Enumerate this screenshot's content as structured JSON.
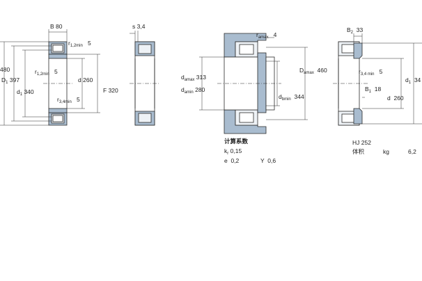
{
  "view1": {
    "B": "B",
    "B_val": "80",
    "r12": "r",
    "r12_sub": "1,2min",
    "r12_val": "5",
    "r12b": "r",
    "r12b_sub": "1,2min",
    "r12b_val": "5",
    "r34": "r",
    "r34_sub": "3,4min",
    "r34_val": "5",
    "D_val": "480",
    "D1": "D",
    "D1_sub": "1",
    "D1_val": "397",
    "d1": "d",
    "d1_sub": "1",
    "d1_val": "340",
    "d": "d",
    "d_val": "260",
    "F": "F",
    "F_val": "320"
  },
  "view2": {
    "s": "s",
    "s_val": "3,4"
  },
  "view3": {
    "ramax": "r",
    "ramax_sub": "amax",
    "ramax_val": "4",
    "damax": "d",
    "damax_sub": "amax",
    "damax_val": "313",
    "damin": "d",
    "damin_sub": "amin",
    "damin_val": "280",
    "Damax": "D",
    "Damax_sub": "amax",
    "Damax_val": "460",
    "dbmin": "d",
    "dbmin_sub": "bmin",
    "dbmin_val": "344"
  },
  "calc": {
    "title": "计算系数",
    "kr": "k",
    "kr_sub": "r",
    "kr_val": "0,15",
    "e": "e",
    "e_val": "0,2",
    "Y": "Y",
    "Y_val": "0,6"
  },
  "view4": {
    "B2": "B",
    "B2_sub": "2",
    "B2_val": "33",
    "B1": "B",
    "B1_sub": "1",
    "B1_val": "18",
    "r34": "r",
    "r34_sub": "3,4 min",
    "r34_val": "5",
    "d": "d",
    "d_val": "260",
    "d1": "d",
    "d1_sub": "1",
    "d1_val": "34",
    "ring": "HJ 252",
    "vol_label": "体积",
    "kg": "kg",
    "mass": "6,2"
  },
  "colors": {
    "steel": "#a9bccf",
    "line": "#2a2a2a",
    "roller": "#eef2f6"
  }
}
